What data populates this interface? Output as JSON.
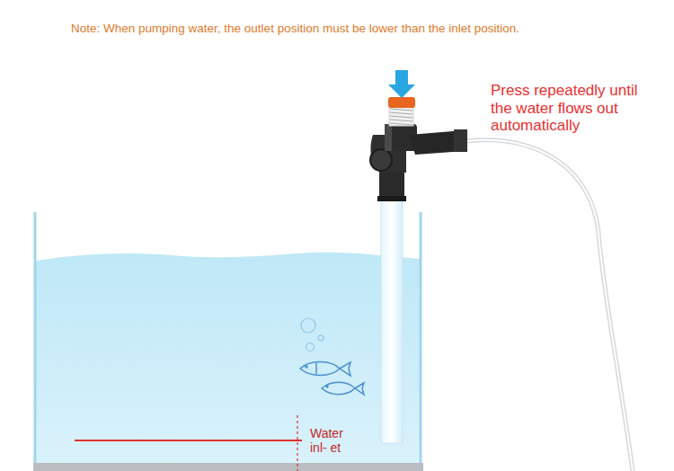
{
  "diagram": {
    "labels": [
      "Note: When pumping water, the outlet position must be lower than the inlet position.",
      "Press repeatedly until the water flows out automatically",
      "Water inl- et"
    ]
  }
}
